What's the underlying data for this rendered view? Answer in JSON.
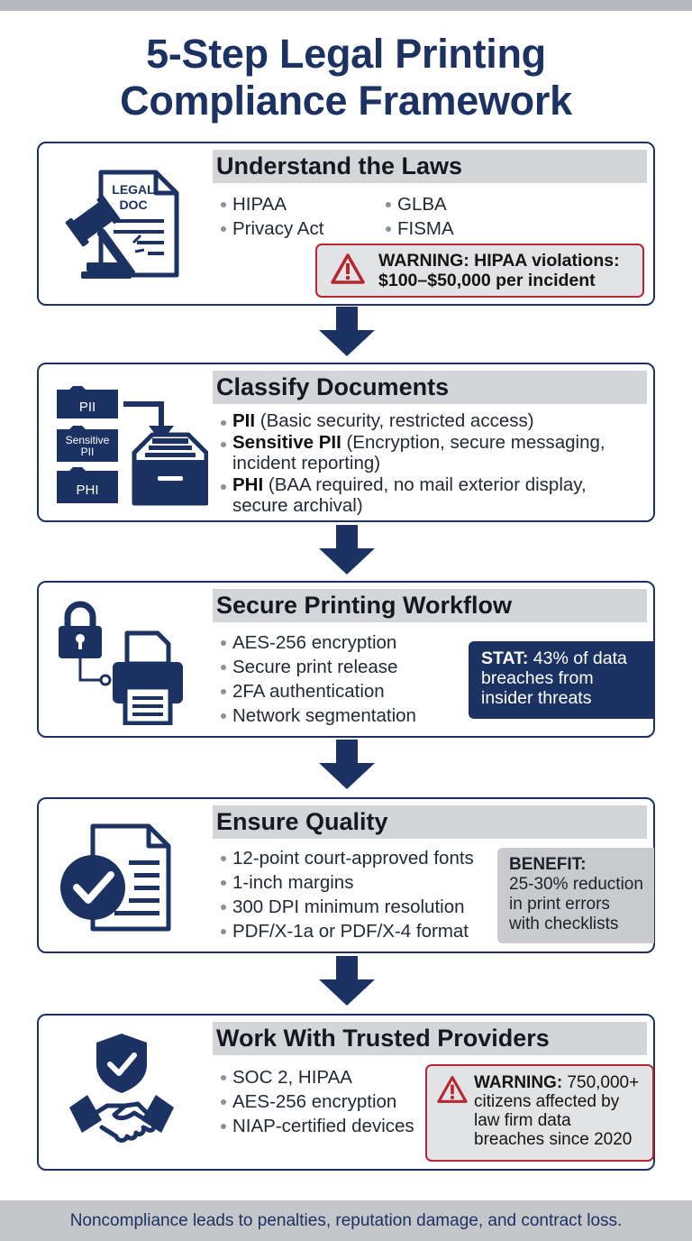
{
  "title": {
    "line1": "5-Step Legal Printing",
    "line2": "Compliance Framework"
  },
  "colors": {
    "navy": "#1b3263",
    "warning_red": "#b7252f",
    "header_gray": "#d4d5d8",
    "footer_gray": "#c5c6c9"
  },
  "steps": [
    {
      "heading": "Understand the Laws",
      "icon": "gavel-document-icon",
      "icon_text": {
        "line1": "LEGAL",
        "line2": "DOC"
      },
      "laws": [
        "HIPAA",
        "GLBA",
        "Privacy Act",
        "FISMA"
      ],
      "callout": {
        "type": "warning",
        "line1": "WARNING: HIPAA violations:",
        "line2": "$100–$50,000 per incident"
      }
    },
    {
      "heading": "Classify Documents",
      "icon": "folders-to-filing-cabinet-icon",
      "folder_labels": {
        "pii": "PII",
        "sensitive_1": "Sensitive",
        "sensitive_2": "PII",
        "phi": "PHI"
      },
      "items": [
        {
          "term": "PII",
          "desc": " (Basic security, restricted access)"
        },
        {
          "term": "Sensitive PII",
          "desc": " (Encryption, secure messaging, incident reporting)"
        },
        {
          "term": "PHI",
          "desc": " (BAA required, no mail exterior display, secure archival)"
        }
      ]
    },
    {
      "heading": "Secure Printing Workflow",
      "icon": "padlock-printer-icon",
      "items": [
        "AES-256 encryption",
        "Secure print release",
        "2FA authentication",
        "Network segmentation"
      ],
      "callout": {
        "type": "stat",
        "label": "STAT:",
        "line1": " 43% of data",
        "line2": "breaches from",
        "line3": "insider threats"
      }
    },
    {
      "heading": "Ensure Quality",
      "icon": "checkmark-document-icon",
      "items": [
        "12-point court-approved fonts",
        "1-inch margins",
        "300 DPI minimum resolution",
        "PDF/X-1a or PDF/X-4 format"
      ],
      "callout": {
        "type": "benefit",
        "label": "BENEFIT:",
        "line1": "25-30% reduction",
        "line2": "in print errors",
        "line3": "with checklists"
      }
    },
    {
      "heading": "Work With Trusted Providers",
      "icon": "shield-handshake-icon",
      "items": [
        "SOC 2, HIPAA",
        "AES-256 encryption",
        "NIAP-certified devices"
      ],
      "callout": {
        "type": "warning",
        "label": "WARNING:",
        "line1": " 750,000+",
        "line2": "citizens affected by",
        "line3": "law firm data",
        "line4": "breaches since 2020"
      }
    }
  ],
  "footer": "Noncompliance leads to penalties, reputation damage, and contract loss."
}
